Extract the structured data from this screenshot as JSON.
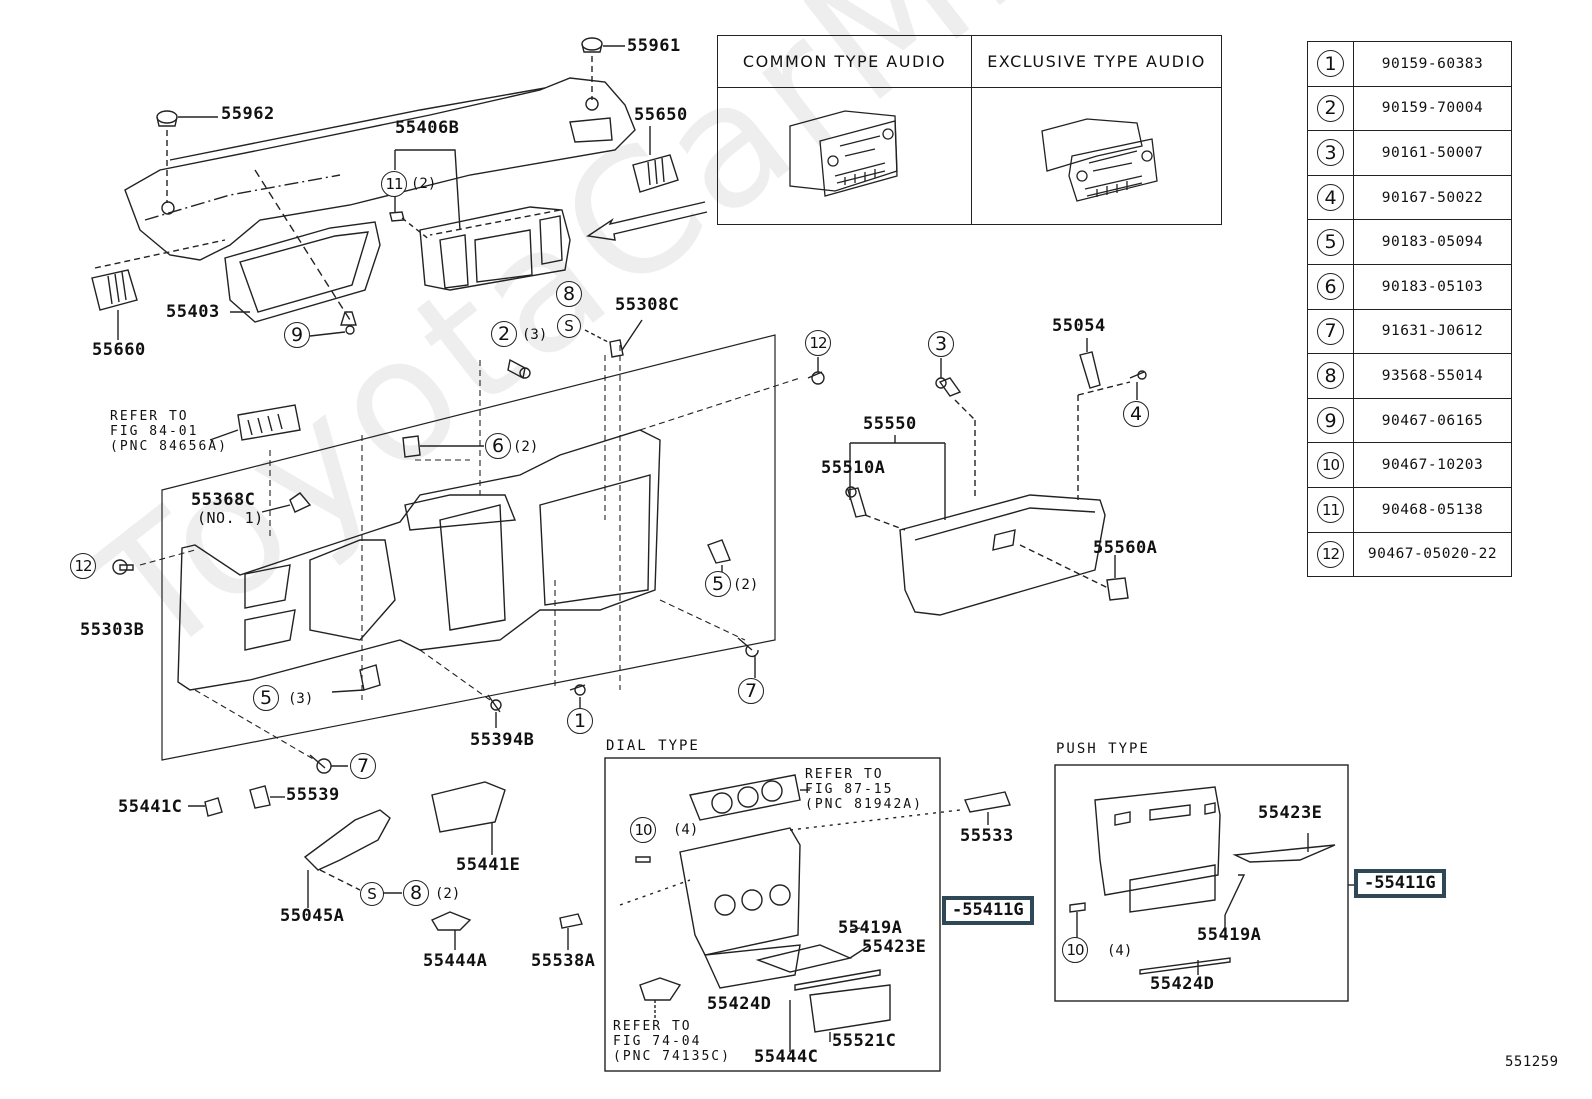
{
  "diagram": {
    "figure_number": "551259",
    "watermark": "ToyotaCarMine.ru",
    "highlight_color": "#2f4858",
    "audio_table": {
      "headers": [
        "COMMON TYPE AUDIO",
        "EXCLUSIVE TYPE AUDIO"
      ]
    },
    "parts_table": [
      {
        "index": "1",
        "part_number": "90159-60383"
      },
      {
        "index": "2",
        "part_number": "90159-70004"
      },
      {
        "index": "3",
        "part_number": "90161-50007"
      },
      {
        "index": "4",
        "part_number": "90167-50022"
      },
      {
        "index": "5",
        "part_number": "90183-05094"
      },
      {
        "index": "6",
        "part_number": "90183-05103"
      },
      {
        "index": "7",
        "part_number": "91631-J0612"
      },
      {
        "index": "8",
        "part_number": "93568-55014"
      },
      {
        "index": "9",
        "part_number": "90467-06165"
      },
      {
        "index": "10",
        "part_number": "90467-10203"
      },
      {
        "index": "11",
        "part_number": "90468-05138"
      },
      {
        "index": "12",
        "part_number": "90467-05020-22"
      }
    ],
    "labels": {
      "p55961": "55961",
      "p55962": "55962",
      "p55406B": "55406B",
      "p55650": "55650",
      "p55660": "55660",
      "p55403": "55403",
      "p55308C": "55308C",
      "p55054": "55054",
      "p55550": "55550",
      "p55510A": "55510A",
      "p55560A": "55560A",
      "p55368C": "55368C",
      "p55368C_sub": "(NO. 1)",
      "p55303B": "55303B",
      "p55394B": "55394B",
      "p55441C": "55441C",
      "p55539": "55539",
      "p55441E": "55441E",
      "p55045A": "55045A",
      "p55444A": "55444A",
      "p55538A": "55538A",
      "p55533": "55533",
      "p55419A_dial": "55419A",
      "p55423E_dial": "55423E",
      "p55424D_dial": "55424D",
      "p55521C": "55521C",
      "p55444C": "55444C",
      "p55411G_dial": "-55411G",
      "p55423E_push": "55423E",
      "p55419A_push": "55419A",
      "p55424D_push": "55424D",
      "p55411G_push": "-55411G"
    },
    "callouts": {
      "c11_qty": "(2)",
      "c2_qty": "(3)",
      "c6_qty": "(2)",
      "c5a_qty": "(2)",
      "c5b_qty": "(3)",
      "c8_qty": "(2)",
      "c10_dial_qty": "(4)",
      "c10_push_qty": "(4)"
    },
    "notes": {
      "refer_84": "REFER TO\nFIG 84-01\n(PNC 84656A)",
      "refer_87": "REFER TO\nFIG 87-15\n(PNC 81942A)",
      "refer_74": "REFER TO\nFIG 74-04\n(PNC 74135C)"
    },
    "sections": {
      "dial_type": "DIAL TYPE",
      "push_type": "PUSH TYPE"
    },
    "symbols": {
      "s": "S",
      "n1": "1",
      "n2": "2",
      "n3": "3",
      "n4": "4",
      "n5": "5",
      "n6": "6",
      "n7": "7",
      "n8": "8",
      "n9": "9",
      "n10": "10",
      "n11": "11",
      "n12": "12"
    }
  }
}
